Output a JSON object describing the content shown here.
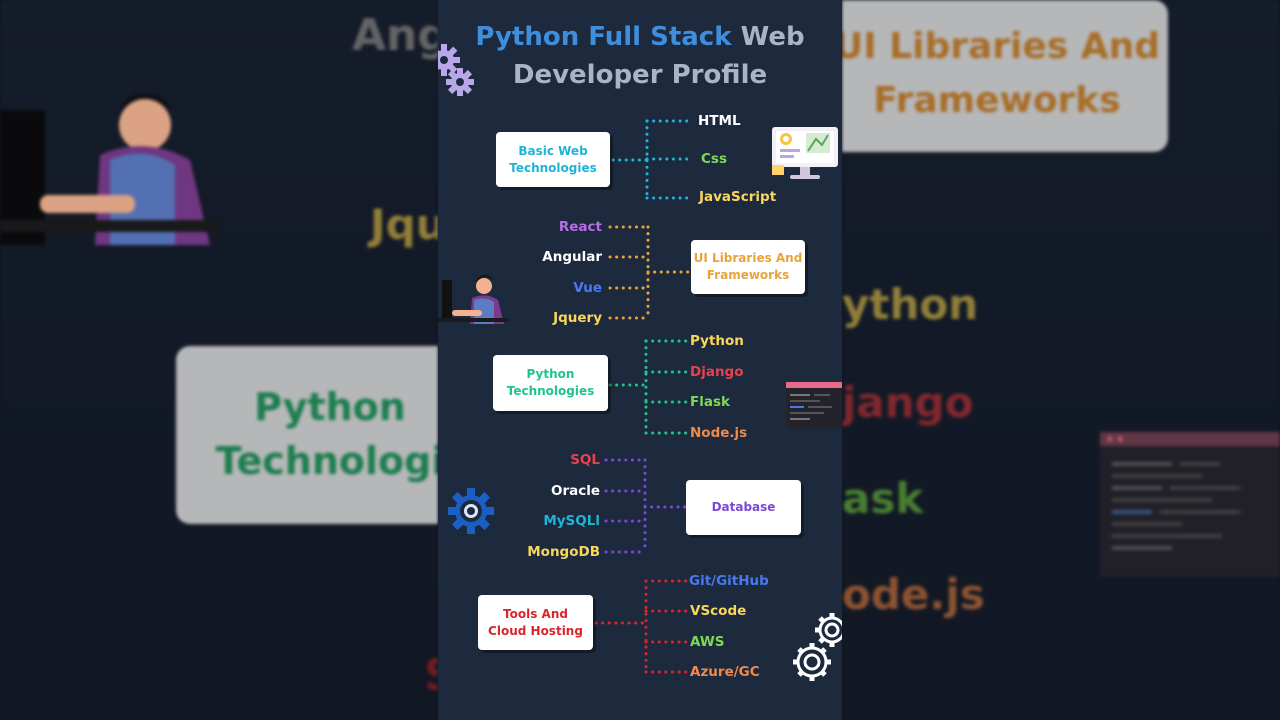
{
  "background": {
    "left": {
      "text_1": "Angu",
      "text_2": "Jqu",
      "box_label": "Python\nTechnologi",
      "text_3": "S"
    },
    "right": {
      "box_label": "UI Libraries And\nFrameworks",
      "text_1": "ython",
      "text_2": "jango",
      "text_3": "ask",
      "text_4": "ode.js"
    }
  },
  "title": {
    "highlight": "Python Full Stack",
    "rest_1": "Web",
    "rest_2": "Developer Profile"
  },
  "sections": {
    "basic_web": {
      "label": "Basic Web\nTechnologies",
      "color": "#1fb4d6",
      "items": [
        {
          "label": "HTML",
          "color": "#ffffff"
        },
        {
          "label": "Css",
          "color": "#7ed957"
        },
        {
          "label": "JavaScript",
          "color": "#f9d65c"
        }
      ]
    },
    "ui_libraries": {
      "label": "UI Libraries And\nFrameworks",
      "color": "#e8a33a",
      "items": [
        {
          "label": "React",
          "color": "#b86ee8"
        },
        {
          "label": "Angular",
          "color": "#ffffff"
        },
        {
          "label": "Vue",
          "color": "#4a78f0"
        },
        {
          "label": "Jquery",
          "color": "#f9d65c"
        }
      ]
    },
    "python_tech": {
      "label": "Python\nTechnologies",
      "color": "#1fc48a",
      "items": [
        {
          "label": "Python",
          "color": "#f9d65c"
        },
        {
          "label": "Django",
          "color": "#e8424e"
        },
        {
          "label": "Flask",
          "color": "#7ed957"
        },
        {
          "label": "Node.js",
          "color": "#f08a4b"
        }
      ]
    },
    "database": {
      "label": "Database",
      "color": "#7a48d9",
      "items": [
        {
          "label": "SQL",
          "color": "#e8424e"
        },
        {
          "label": "Oracle",
          "color": "#ffffff"
        },
        {
          "label": "MySQLl",
          "color": "#1fb4d6"
        },
        {
          "label": "MongoDB",
          "color": "#f9d65c"
        }
      ]
    },
    "tools": {
      "label": "Tools And\nCloud Hosting",
      "color": "#d8262c",
      "items": [
        {
          "label": "Git/GitHub",
          "color": "#4a78f0"
        },
        {
          "label": "VScode",
          "color": "#f9d65c"
        },
        {
          "label": "AWS",
          "color": "#7ed957"
        },
        {
          "label": "Azure/GC",
          "color": "#f08a4b"
        }
      ]
    }
  },
  "icons": [
    "gears-icon",
    "monitor-dashboard-icon",
    "developer-at-desk-icon",
    "code-editor-icon",
    "gear-blue-icon",
    "gears-white-icon"
  ]
}
